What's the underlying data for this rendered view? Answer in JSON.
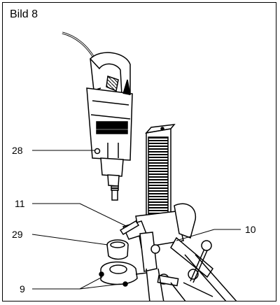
{
  "figure": {
    "title": "Bild 8",
    "callouts": [
      {
        "id": "28",
        "label": "28",
        "target": "motor housing"
      },
      {
        "id": "11",
        "label": "11",
        "target": "clamping lever"
      },
      {
        "id": "29",
        "label": "29",
        "target": "adapter ring"
      },
      {
        "id": "10",
        "label": "10",
        "target": "carriage"
      },
      {
        "id": "9",
        "label": "9",
        "target": "collar clamps"
      }
    ]
  }
}
